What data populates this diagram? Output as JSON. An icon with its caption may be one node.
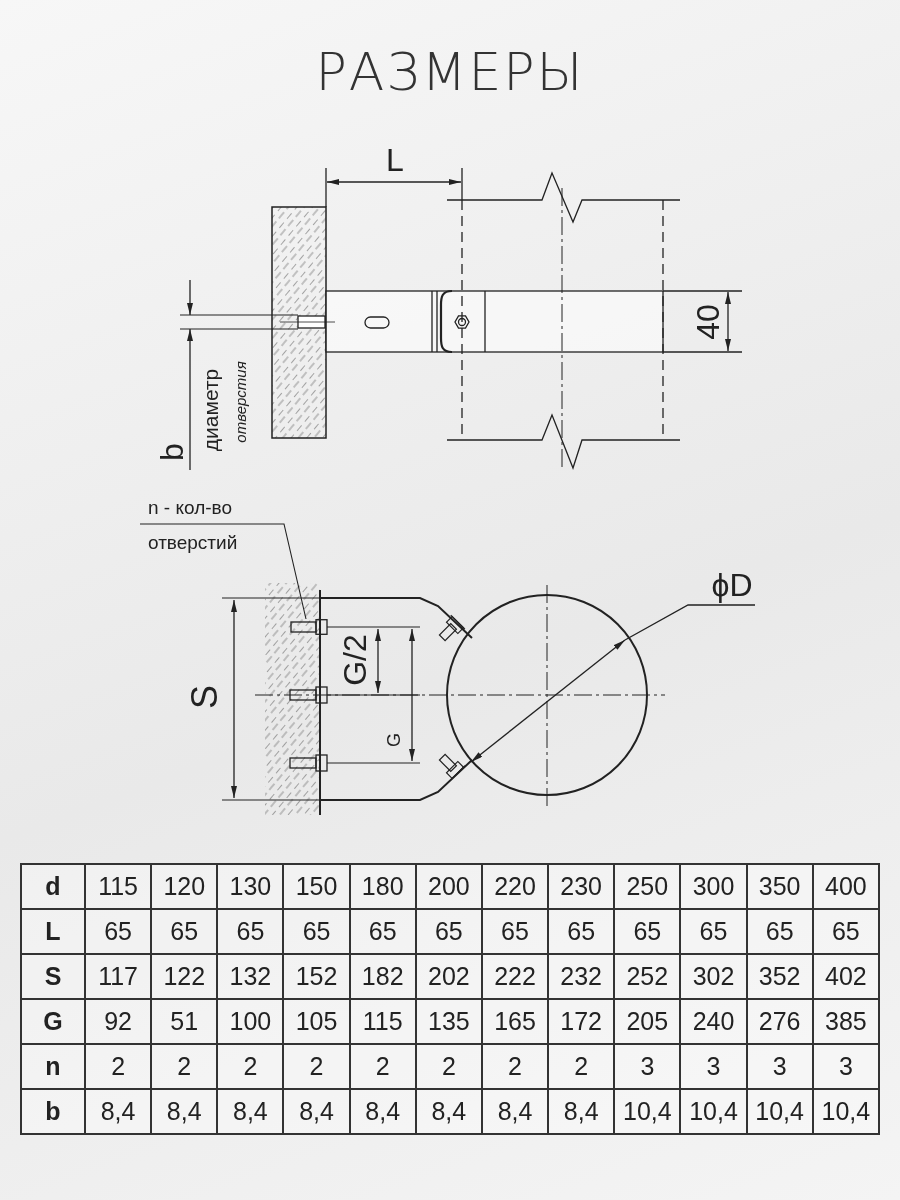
{
  "diagram": {
    "title": "РАЗМЕРЫ",
    "nodes": [
      {
        "text": [
          "n - кол-во отверстий"
        ]
      },
      {
        "text": [],
        "shape": "bolt"
      }
    ],
    "edges": [
      {
        "from": 0,
        "to": 1,
        "arrow": "none"
      }
    ],
    "labels": [
      "L",
      "40",
      "b",
      "диаметр",
      "отверстия",
      "S",
      "G/2",
      "G",
      "ϕD",
      "d",
      "115",
      "120",
      "130",
      "150",
      "180",
      "200",
      "220",
      "230",
      "250",
      "300",
      "350",
      "400",
      "L",
      "65",
      "65",
      "65",
      "65",
      "65",
      "65",
      "65",
      "65",
      "65",
      "65",
      "65",
      "65",
      "S",
      "117",
      "122",
      "132",
      "152",
      "182",
      "202",
      "222",
      "232",
      "252",
      "302",
      "352",
      "402",
      "G",
      "92",
      "51",
      "100",
      "105",
      "115",
      "135",
      "165",
      "172",
      "205",
      "240",
      "276",
      "385",
      "n",
      "2",
      "2",
      "2",
      "2",
      "2",
      "2",
      "2",
      "2",
      "3",
      "3",
      "3",
      "3",
      "b",
      "8,4",
      "8,4",
      "8,4",
      "8,4",
      "8,4",
      "8,4",
      "8,4",
      "8,4",
      "10,4",
      "10,4",
      "10,4",
      "10,4"
    ]
  }
}
